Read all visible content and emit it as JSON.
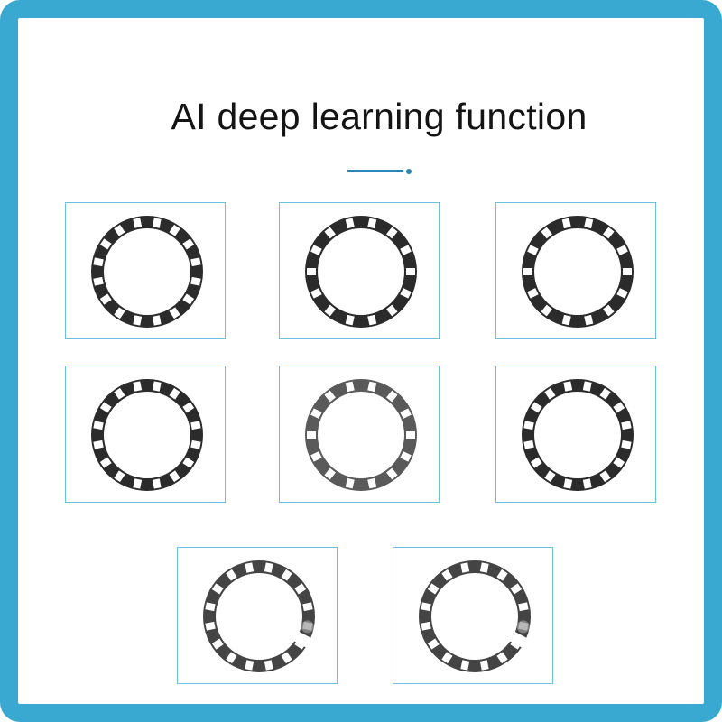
{
  "title": "AI deep learning function",
  "colors": {
    "frame": "#39a9d2",
    "accent_line": "#2c87b6",
    "tile_border": "#6cc0e3",
    "ring_dark": "#2b2b2b",
    "ring_medium": "#444444",
    "ring_light": "#5a5a5a",
    "slot": "#ffffff"
  },
  "samples": [
    {
      "label": "",
      "slots": 16,
      "tone": "dark",
      "defect": "none"
    },
    {
      "label": "",
      "slots": 14,
      "tone": "dark",
      "defect": "none"
    },
    {
      "label": "",
      "slots": 14,
      "tone": "dark",
      "defect": "none"
    },
    {
      "label": "",
      "slots": 16,
      "tone": "dark",
      "defect": "none"
    },
    {
      "label": "",
      "slots": 14,
      "tone": "light",
      "defect": "none"
    },
    {
      "label": "",
      "slots": 16,
      "tone": "dark",
      "defect": "none"
    },
    {
      "label": "",
      "slots": 16,
      "tone": "medium",
      "defect": "broken-ring"
    },
    {
      "label": "",
      "slots": 16,
      "tone": "medium",
      "defect": "broken-ring"
    }
  ]
}
